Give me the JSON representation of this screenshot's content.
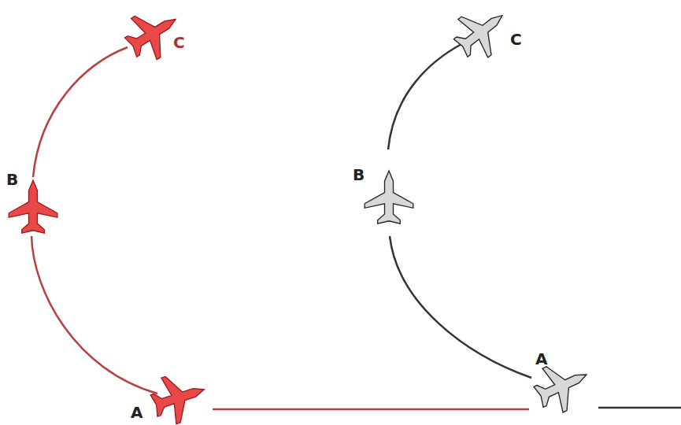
{
  "diagram": {
    "labels": [
      "C",
      "C",
      "B",
      "B",
      "A",
      "A"
    ]
  }
}
